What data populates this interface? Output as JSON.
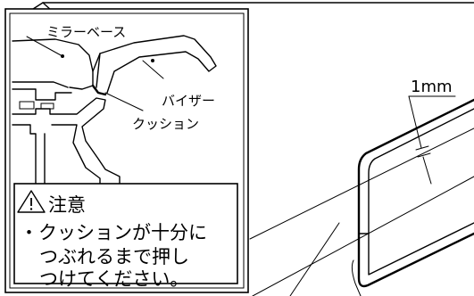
{
  "labels": {
    "mirror_base": "ミラーベース",
    "visor": "バイザー",
    "cushion": "クッション"
  },
  "caution": {
    "title": "注意",
    "lines": [
      "・クッションが十分に",
      "つぶれるまで押し",
      "つけてください。"
    ]
  },
  "dimension": {
    "gap": "1mm"
  },
  "icons": {
    "warning": "warning-triangle-icon"
  }
}
